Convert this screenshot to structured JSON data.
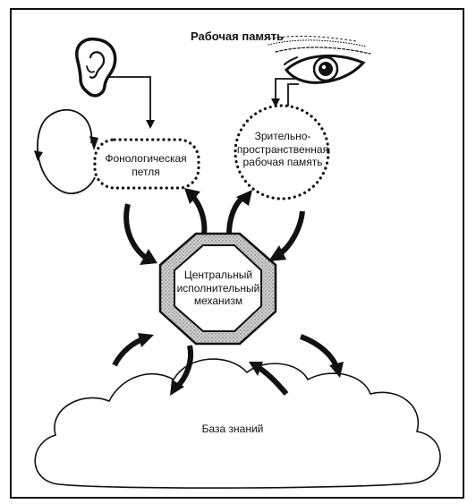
{
  "title": "Рабочая память",
  "phonological_loop": {
    "lines": [
      "Фонологическая",
      "петля"
    ]
  },
  "visuospatial_memory": {
    "lines": [
      "Зрительно-",
      "пространственная",
      "рабочая память"
    ]
  },
  "central_executive": {
    "lines": [
      "Центральный",
      "исполнительный",
      "механизм"
    ]
  },
  "knowledge_base": {
    "label": "База знаний"
  },
  "icons": {
    "ear": "ear-icon",
    "eye": "eye-icon"
  }
}
